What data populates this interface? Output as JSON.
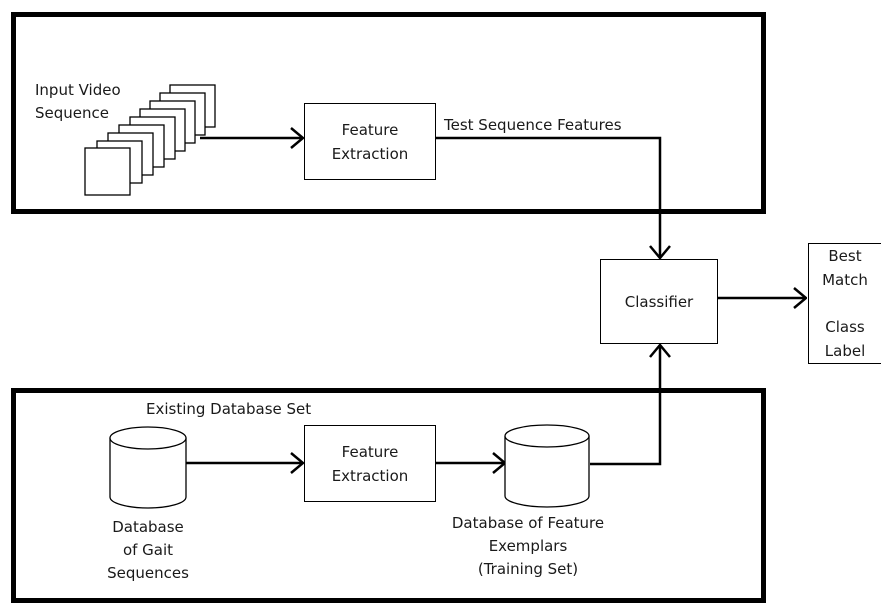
{
  "top_panel": {
    "input_label_line1": "Input Video",
    "input_label_line2": "Sequence",
    "feature_extraction_line1": "Feature",
    "feature_extraction_line2": "Extraction",
    "test_features_label": "Test Sequence Features"
  },
  "classifier": {
    "label": "Classifier"
  },
  "output": {
    "line1": "Best",
    "line2": "Match",
    "line3": "Class",
    "line4": "Label"
  },
  "bottom_panel": {
    "title": "Existing Database Set",
    "gait_db_line1": "Database",
    "gait_db_line2": "of Gait",
    "gait_db_line3": "Sequences",
    "feature_extraction_line1": "Feature",
    "feature_extraction_line2": "Extraction",
    "exemplars_line1": "Database of Feature",
    "exemplars_line2": "Exemplars",
    "exemplars_line3": "(Training Set)"
  }
}
